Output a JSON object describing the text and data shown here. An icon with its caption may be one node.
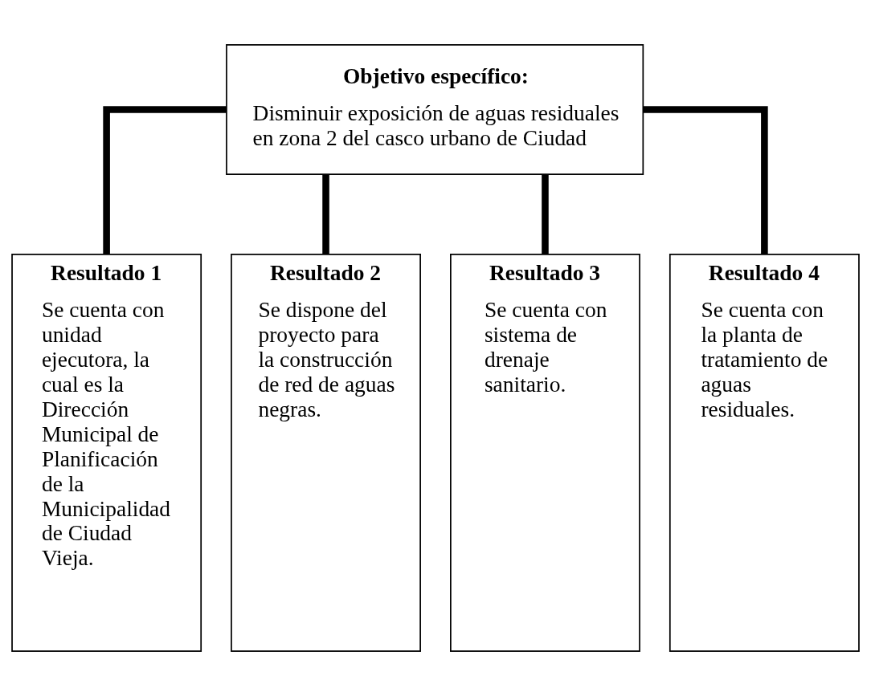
{
  "diagram": {
    "nodes": [
      {
        "text": [
          "Objetivo específico:",
          "Disminuir exposición de aguas residuales en zona 2 del casco urbano de Ciudad"
        ]
      },
      {
        "text": [
          "Resultado 1",
          "Se cuenta con unidad ejecutora, la cual es la Dirección Municipal de Planificación de la Municipalidad de Ciudad Vieja."
        ]
      },
      {
        "text": [
          "Resultado 2",
          "Se dispone del proyecto para la construcción de red de aguas negras."
        ]
      },
      {
        "text": [
          "Resultado 3",
          "Se cuenta con sistema de drenaje sanitario."
        ]
      },
      {
        "text": [
          "Resultado 4",
          "Se cuenta con la planta de tratamiento de aguas residuales."
        ]
      }
    ],
    "edges": [
      {
        "from": 0,
        "to": 1,
        "arrow": "none"
      },
      {
        "from": 0,
        "to": 2,
        "arrow": "none"
      },
      {
        "from": 0,
        "to": 3,
        "arrow": "none"
      },
      {
        "from": 0,
        "to": 4,
        "arrow": "none"
      }
    ]
  }
}
